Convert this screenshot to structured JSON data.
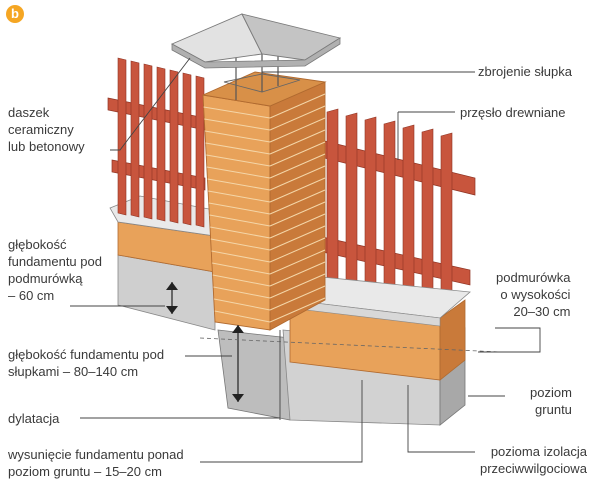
{
  "badge": "b",
  "labels": {
    "zbrojenie": "zbrojenie słupka",
    "przeslo": "przęsło drewniane",
    "daszek": "daszek\nceramiczny\nlub betonowy",
    "gl_podmurowka": "głębokość\nfundamentu pod\npodmurówką\n– 60 cm",
    "podmurowka_wys": "podmurówka\no wysokości\n20–30 cm",
    "gl_slupki": "głębokość fundamentu pod\nsłupkami – 80–140 cm",
    "poziom_gruntu": "poziom\ngruntu",
    "dylatacja": "dylatacja",
    "izolacja": "pozioma izolacja\nprzeciwwilgociowa",
    "wysuniecie": "wysunięcie fundamentu ponad\npoziom gruntu – 15–20 cm"
  },
  "colors": {
    "brick": "#e8a25a",
    "brick_dark": "#c97a3a",
    "mortar": "#f4d6a8",
    "wood": "#c8553d",
    "wood_dark": "#8f3424",
    "concrete": "#cfcfcf",
    "concrete_dark": "#9c9c9c",
    "coping": "#e9e9e9",
    "line": "#444444"
  }
}
